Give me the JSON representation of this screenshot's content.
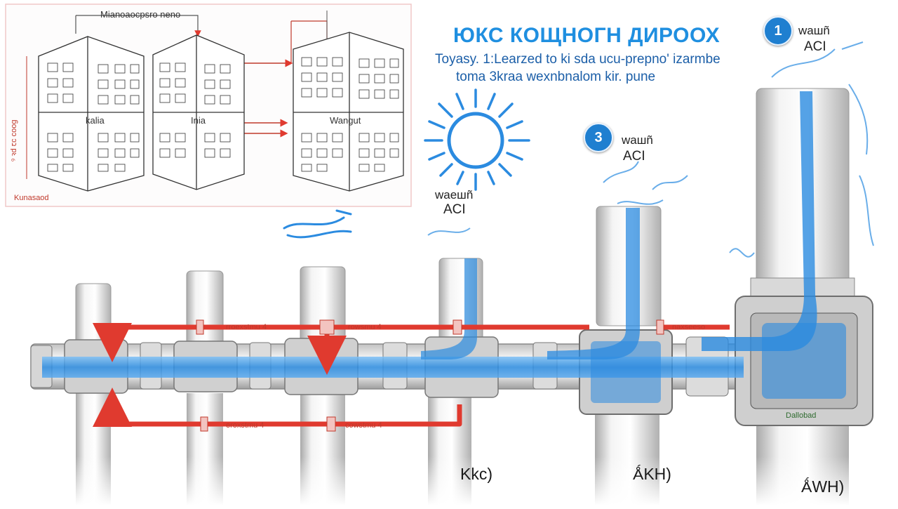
{
  "title": "ЮКС КОЩНОГН ДИРООХ",
  "subtitle_line1": "Toyasy. 1:Learzed to ki sda ucu-prepno' izarmbe",
  "subtitle_line2": "toma 3kraa wexnbnalom kir. pune",
  "inset": {
    "top_label": "Mianoaocpsro neno",
    "side_label": "ꝰ ꝛd ꞇc coog",
    "bottom_left_label": "Kunasaod",
    "buildings": [
      "kalia",
      "Inia",
      "Wangut"
    ]
  },
  "badges": {
    "one": {
      "number": "1",
      "line1": "waшñ",
      "line2": "ACI"
    },
    "three": {
      "number": "3",
      "line1": "waшñ",
      "line2": "ACI"
    }
  },
  "sun_label": {
    "line1": "waeшñ",
    "line2": "ACI"
  },
  "pipe_labels": {
    "upper1": "rroexstmu 4",
    "upper2": "rowsmu 4",
    "upper3": "naxseeso",
    "lower1": "eroxstmu 4",
    "lower2": "cowstmu 4",
    "block_label": "Dallobad"
  },
  "bottom_labels": [
    "Kkc)",
    "ǺKH)",
    "ǺWH)"
  ],
  "colors": {
    "water": "#2b8be0",
    "arrow": "#e03a2f",
    "title": "#1f8fe0",
    "pipe_body": "#e4e4e4",
    "pipe_shadow": "#9b9b9b"
  }
}
